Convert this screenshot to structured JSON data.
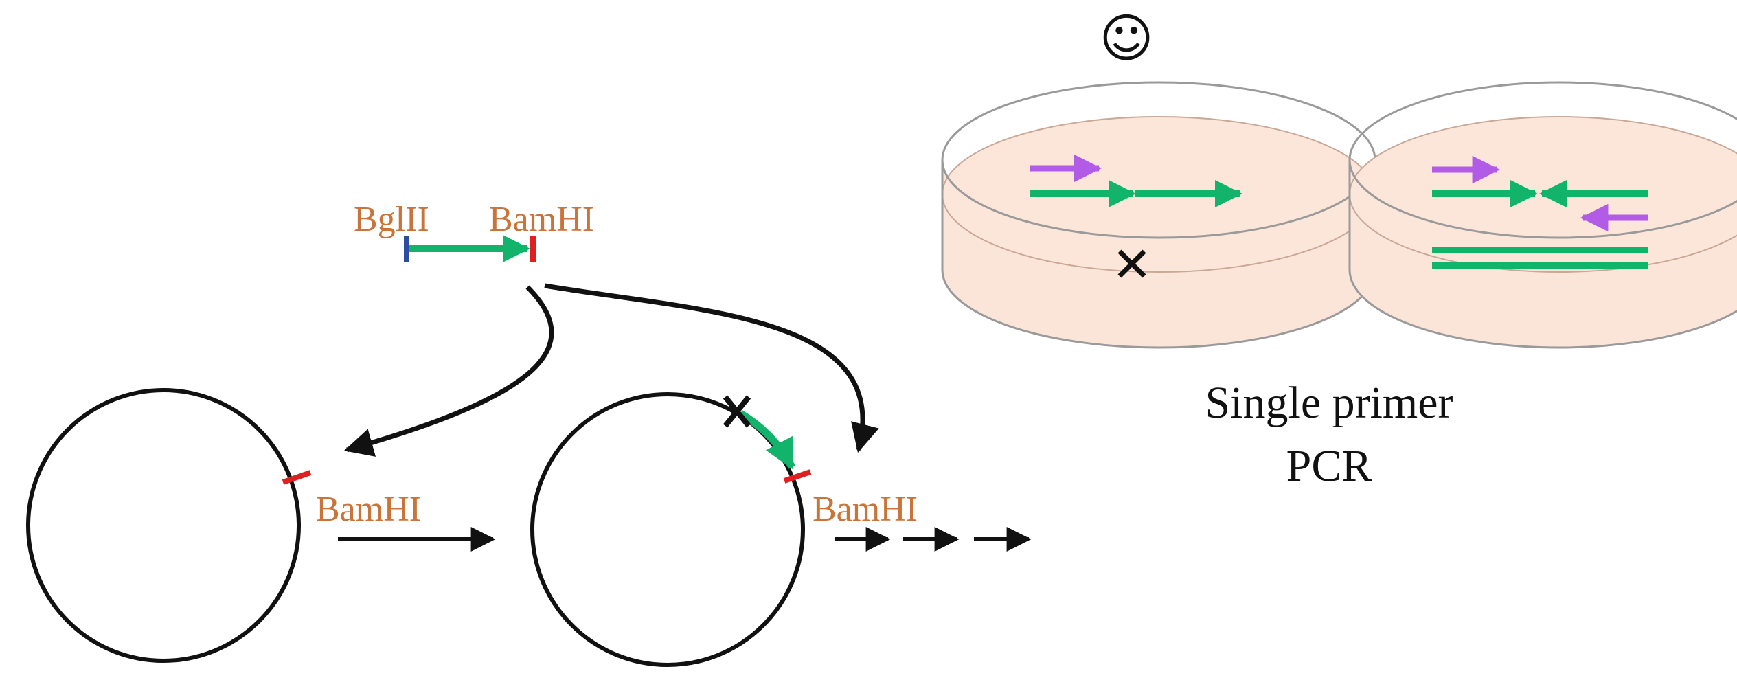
{
  "labels": {
    "bglII": "BglII",
    "bamhi_fragment": "BamHI",
    "bamhi_plasmid1": "BamHI",
    "bamhi_plasmid2": "BamHI"
  },
  "caption": {
    "line1": "Single primer",
    "line2": "PCR"
  },
  "symbols": {
    "smiley": "☺"
  },
  "colors": {
    "site_label": "#c8743a",
    "fragment": "#12b36a",
    "primer": "#b25be6",
    "bamhi_mark": "#e02020",
    "bglII_mark": "#2b4fa0",
    "dish_fill": "#fbe4d8",
    "dish_rim": "#9a9a9a",
    "line": "#111111"
  }
}
